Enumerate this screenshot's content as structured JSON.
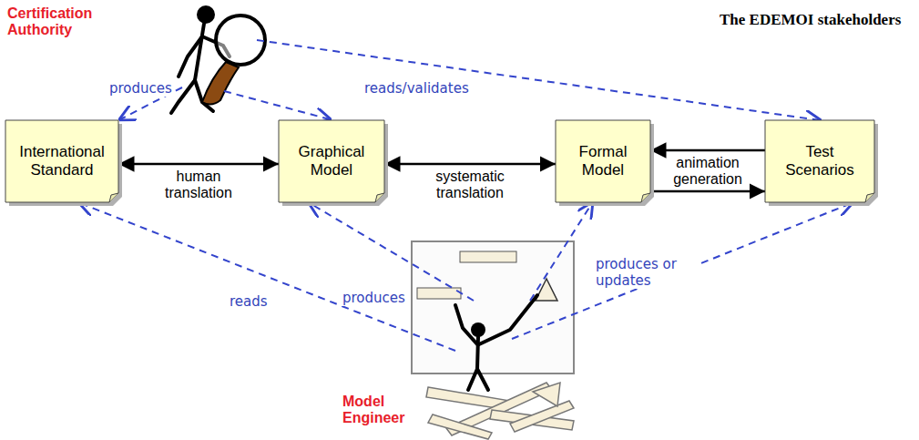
{
  "diagram": {
    "title": "The EDEMOI stakeholders",
    "nodes": [
      {
        "text": [
          "International Standard"
        ]
      },
      {
        "text": [
          "Graphical Model"
        ]
      },
      {
        "text": [
          "Formal Model"
        ]
      },
      {
        "text": [
          "Test Scenarios"
        ]
      }
    ],
    "edges": [
      {
        "from": 0,
        "to": 1,
        "label": "human translation",
        "arrow": "both"
      },
      {
        "from": 1,
        "to": 2,
        "label": "systematic translation",
        "arrow": "both"
      },
      {
        "from": 3,
        "to": 2,
        "label": "animation",
        "arrow": "to"
      },
      {
        "from": 2,
        "to": 3,
        "label": "generation",
        "arrow": "to"
      }
    ],
    "labels": [
      "Certification Authority",
      "Model Engineer",
      "produces",
      "reads/validates",
      "reads",
      "produces",
      "produces or updates"
    ]
  }
}
